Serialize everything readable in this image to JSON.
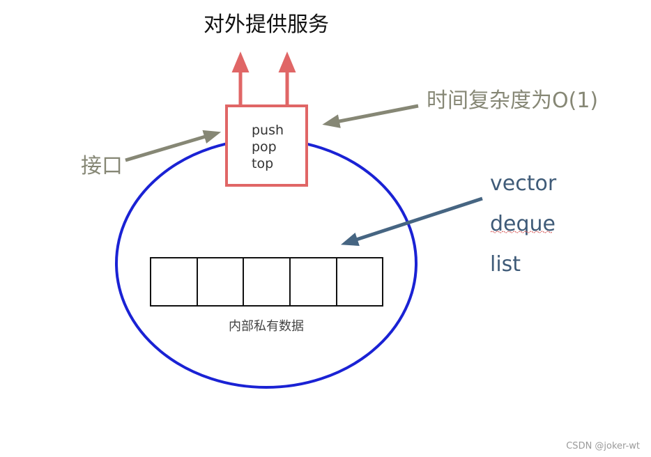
{
  "title": "对外提供服务",
  "complexity_label": "时间复杂度为O(1)",
  "interface_label": "接口",
  "interface_methods": [
    "push",
    "pop",
    "top"
  ],
  "containers": [
    "vector",
    "deque",
    "list"
  ],
  "internal_data_label": "内部私有数据",
  "watermark": "CSDN @joker-wt",
  "colors": {
    "ellipse": "#1a22d4",
    "interface_box": "#e06666",
    "up_arrows": "#e06666",
    "gray_arrows": "#868775",
    "blue_arrow": "#466582",
    "container_text": "#3f5b78"
  }
}
